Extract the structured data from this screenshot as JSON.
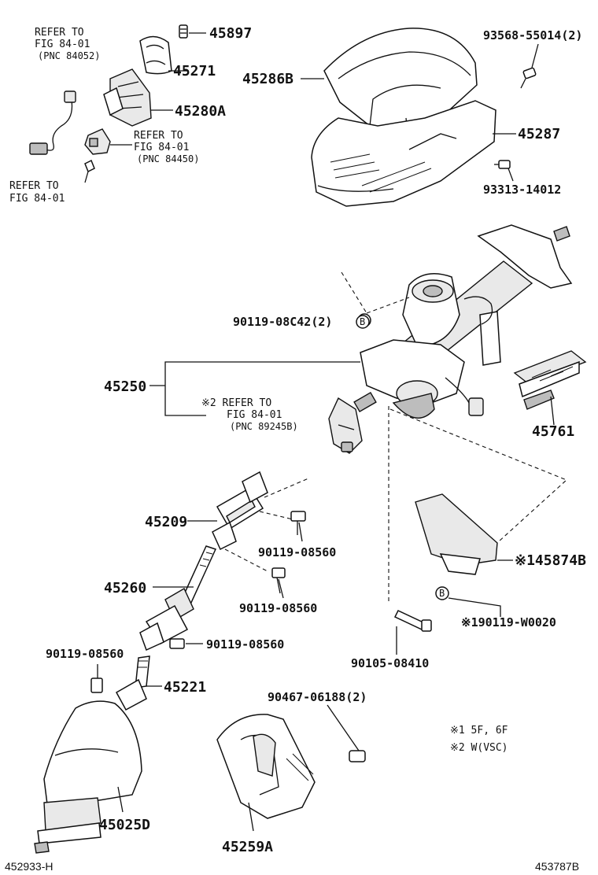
{
  "labels": {
    "p45897": "45897",
    "p45271": "45271",
    "p45280A": "45280A",
    "p45286B": "45286B",
    "p93568": "93568-55014(2)",
    "p45287": "45287",
    "p93313": "93313-14012",
    "p90119c42": "90119-08C42(2)",
    "p45250": "45250",
    "p45761": "45761",
    "p45209": "45209",
    "p90119a": "90119-08560",
    "p45260": "45260",
    "p90119b": "90119-08560",
    "p90119c": "90119-08560",
    "p90119d": "90119-08560",
    "p45221": "45221",
    "p145874B": "※145874B",
    "p190119": "※190119-W0020",
    "p90105": "90105-08410",
    "p90467": "90467-06188(2)",
    "p45025D": "45025D",
    "p45259A": "45259A"
  },
  "callout_b": "B",
  "refs": {
    "ref1": [
      "REFER TO",
      "FIG 84-01",
      "(PNC 84052)"
    ],
    "ref2": [
      "REFER TO",
      "FIG 84-01",
      "(PNC 84450)"
    ],
    "ref3": [
      "REFER TO",
      "FIG 84-01"
    ],
    "ref4": [
      "※2 REFER TO",
      "FIG 84-01",
      "(PNC 89245B)"
    ]
  },
  "notes": [
    "※1 5F, 6F",
    "※2 W(VSC)"
  ],
  "footer": {
    "left": "452933-H",
    "right": "453787B"
  }
}
